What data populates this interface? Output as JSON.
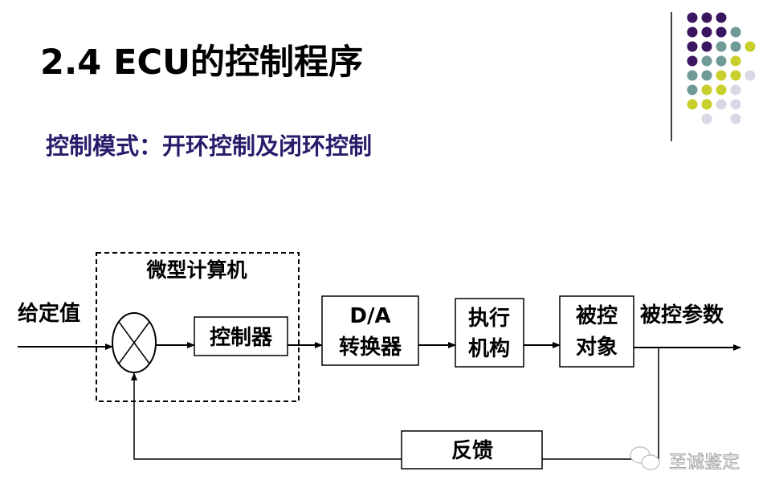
{
  "slide": {
    "title": "2.4 ECU的控制程序",
    "subtitle": "控制模式：开环控制及闭环控制",
    "colors": {
      "title": "#000000",
      "subtitle": "#2b1b6b",
      "purple": "#3a1560",
      "teal": "#6f9a95",
      "yellow": "#c8cf2a",
      "lavender": "#d9d9e6"
    }
  },
  "diagram": {
    "microcomputer_label": "微型计算机",
    "input_label": "给定值",
    "controller": "控制器",
    "da_line1": "D/A",
    "da_line2": "转换器",
    "actuator_line1": "执行",
    "actuator_line2": "机构",
    "plant_line1": "被控",
    "plant_line2": "对象",
    "output_label": "被控参数",
    "feedback": "反馈"
  },
  "watermark": {
    "text": "至诚鉴定",
    "icon": "wechat-icon"
  }
}
